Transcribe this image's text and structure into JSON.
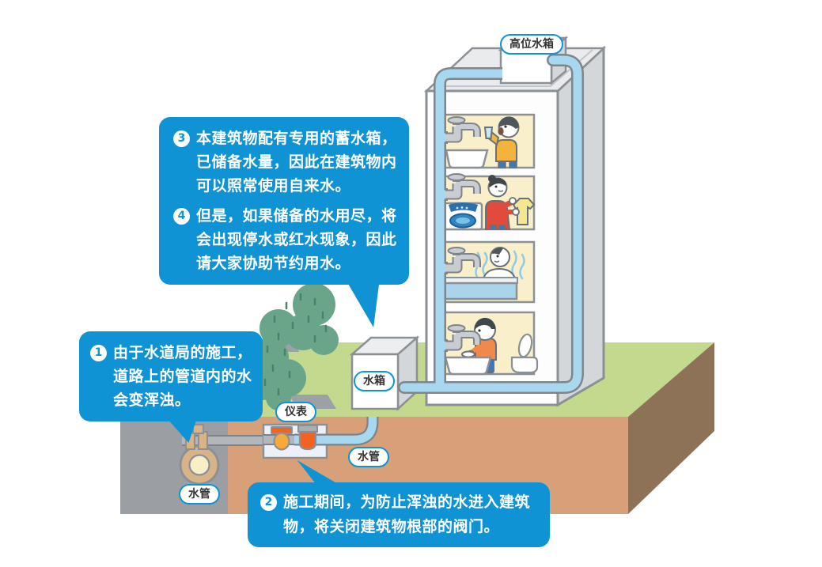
{
  "bubbles": {
    "construction": {
      "num": "1",
      "text": "由于水道局的施工，道路上的管道内的水会变浑浊。"
    },
    "valve_close": {
      "num": "2",
      "text": "施工期间，为防止浑浊的水进入建筑物，将关闭建筑物根部的阀门。"
    },
    "storage": {
      "items": [
        {
          "num": "3",
          "text": "本建筑物配有专用的蓄水箱，已储备水量，因此在建筑物内可以照常使用自来水。"
        },
        {
          "num": "4",
          "text": "但是，如果储备的水用尽，将会出现停水或红水现象，因此请大家协助节约用水。"
        }
      ]
    }
  },
  "labels": {
    "rooftop_tank": "高位水箱",
    "receiving_tank": "水箱",
    "meter": "仪表",
    "service_pipe": "水管",
    "water_main": "水管"
  },
  "colors": {
    "bubble_blue": "#0f93d4",
    "pipe_water_blue": "#a8d8f0",
    "outline_gray": "#8b9095",
    "grass_green": "#c3da8e",
    "soil_front": "#d8a078",
    "soil_side": "#8d7257",
    "road_gray": "#9b9fa3",
    "tree_green": "#6aa58a",
    "valve_yellow": "#f9a83a",
    "meter_orange": "#f06322",
    "room_cream": "#f9efca"
  }
}
